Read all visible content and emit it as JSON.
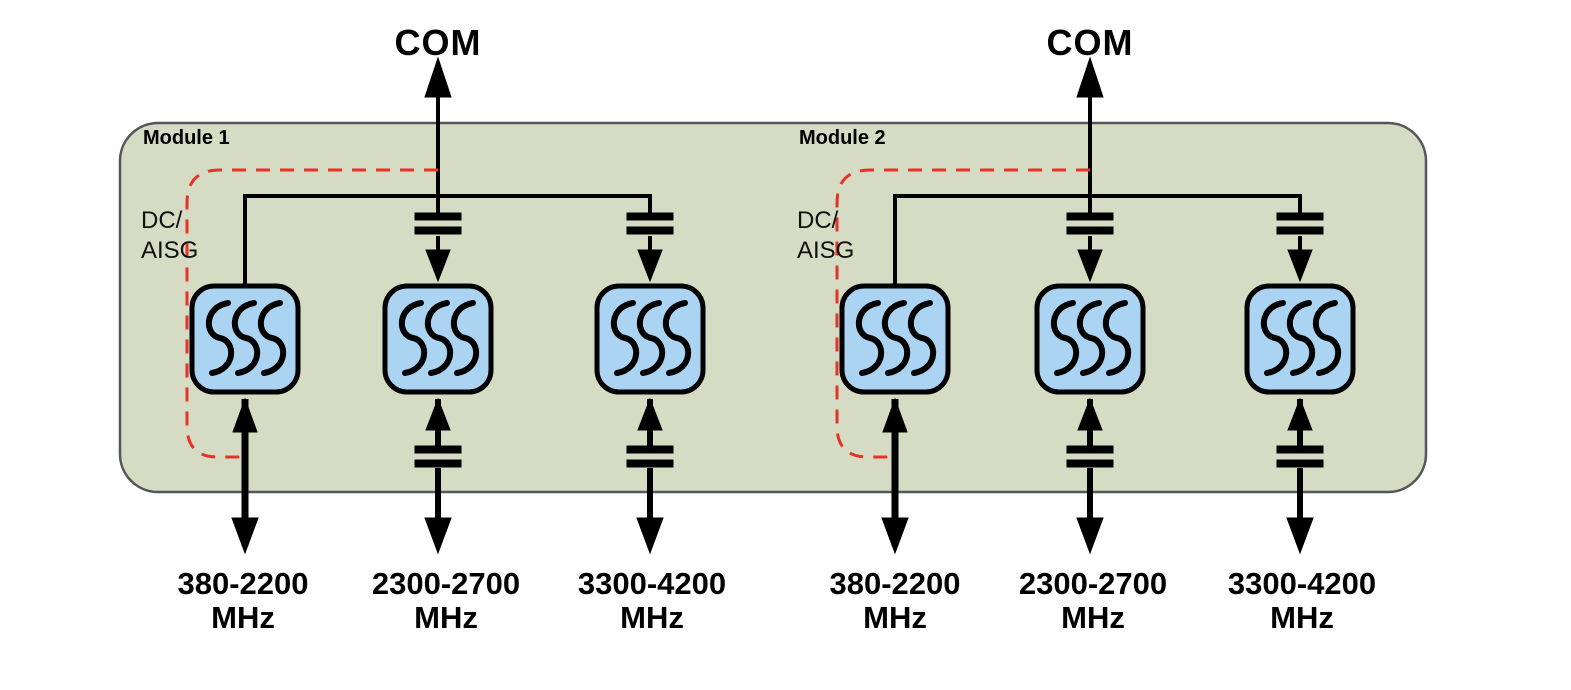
{
  "figure": {
    "type": "rf-multiplexer-block-diagram",
    "colors": {
      "module_box_fill": "#d6dbc3",
      "module_box_stroke": "#55565a",
      "filter_fill": "#aad4f2",
      "filter_stroke": "#000000",
      "line_color": "#000000",
      "dc_aisg_path_color": "#e5332a"
    },
    "modules": [
      {
        "label": "Module 1",
        "com_label": "COM",
        "dc_label": [
          "DC/",
          "AISG"
        ],
        "ports": [
          {
            "freq": "380-2200",
            "unit": "MHz"
          },
          {
            "freq": "2300-2700",
            "unit": "MHz"
          },
          {
            "freq": "3300-4200",
            "unit": "MHz"
          }
        ]
      },
      {
        "label": "Module 2",
        "com_label": "COM",
        "dc_label": [
          "DC/",
          "AISG"
        ],
        "ports": [
          {
            "freq": "380-2200",
            "unit": "MHz"
          },
          {
            "freq": "2300-2700",
            "unit": "MHz"
          },
          {
            "freq": "3300-4200",
            "unit": "MHz"
          }
        ]
      }
    ]
  }
}
